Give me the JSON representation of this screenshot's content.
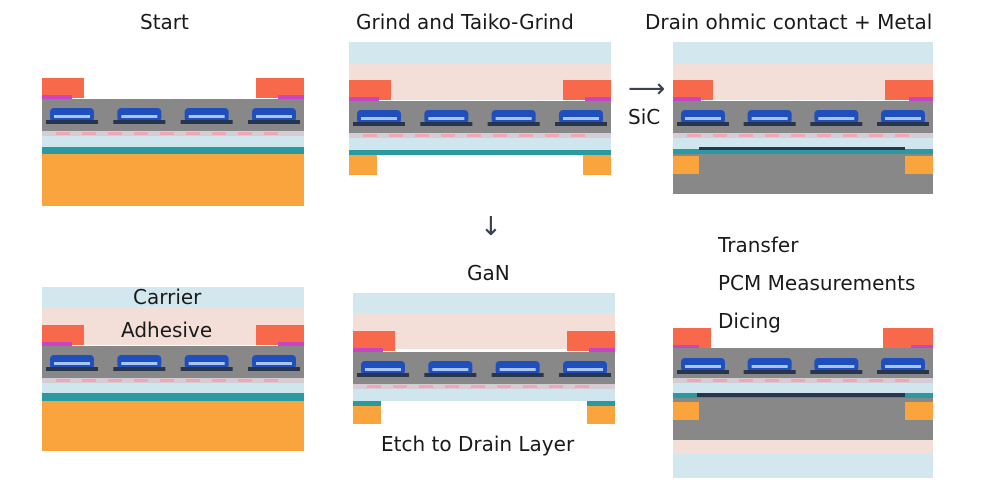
{
  "steps": {
    "start": "Start",
    "grind": "Grind and Taiko-Grind",
    "drain": "Drain ohmic contact + Metal",
    "carrier": "Carrier",
    "adhesive": "Adhesive",
    "gan": "GaN",
    "etch": "Etch to Drain Layer",
    "transfer": "Transfer",
    "pcm": "PCM Measurements",
    "dicing": "Dicing"
  },
  "arrows": {
    "right_arrow": "⟶",
    "right_label": "SiC",
    "down_arrow": "↓"
  },
  "colors": {
    "substrate_orange": "#f9a43c",
    "pad_red": "#f7694a",
    "gate_blue": "#1f4fbf",
    "device_gray": "#888888",
    "teal": "#2b9aa0",
    "light_blue": "#cfe6ee",
    "adhesive_pink": "#f3dfd8",
    "magenta": "#c844c0"
  }
}
